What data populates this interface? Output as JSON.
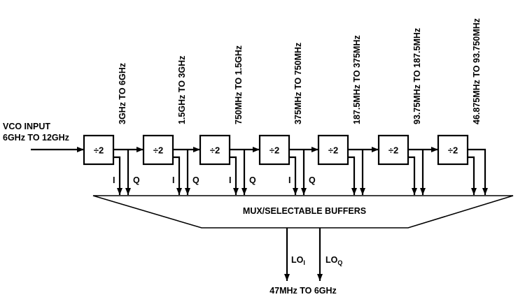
{
  "input": {
    "line1": "VCO INPUT",
    "line2": "6GHz TO 12GHz"
  },
  "divider_label": "÷2",
  "stages": [
    {
      "label": "÷2",
      "freq": "3GHz TO 6GHz",
      "i_label": "I",
      "q_label": "Q"
    },
    {
      "label": "÷2",
      "freq": "1.5GHz TO 3GHz",
      "i_label": "I",
      "q_label": "Q"
    },
    {
      "label": "÷2",
      "freq": "750MHz TO 1.5GHz",
      "i_label": "I",
      "q_label": "Q"
    },
    {
      "label": "÷2",
      "freq": "375MHz TO 750MHz",
      "i_label": "I",
      "q_label": "Q"
    },
    {
      "label": "÷2",
      "freq": "187.5MHz TO 375MHz",
      "i_label": "",
      "q_label": ""
    },
    {
      "label": "÷2",
      "freq": "93.75MHz TO 187.5MHz",
      "i_label": "",
      "q_label": ""
    },
    {
      "label": "÷2",
      "freq": "46.875MHz TO 93.750MHz",
      "i_label": "",
      "q_label": ""
    }
  ],
  "mux": {
    "label": "MUX/SELECTABLE BUFFERS"
  },
  "outputs": {
    "lo_i": {
      "main": "LO",
      "sub": "I"
    },
    "lo_q": {
      "main": "LO",
      "sub": "Q"
    },
    "range": "47MHz TO 6GHz"
  },
  "colors": {
    "stroke": "#000000",
    "background": "#ffffff"
  }
}
